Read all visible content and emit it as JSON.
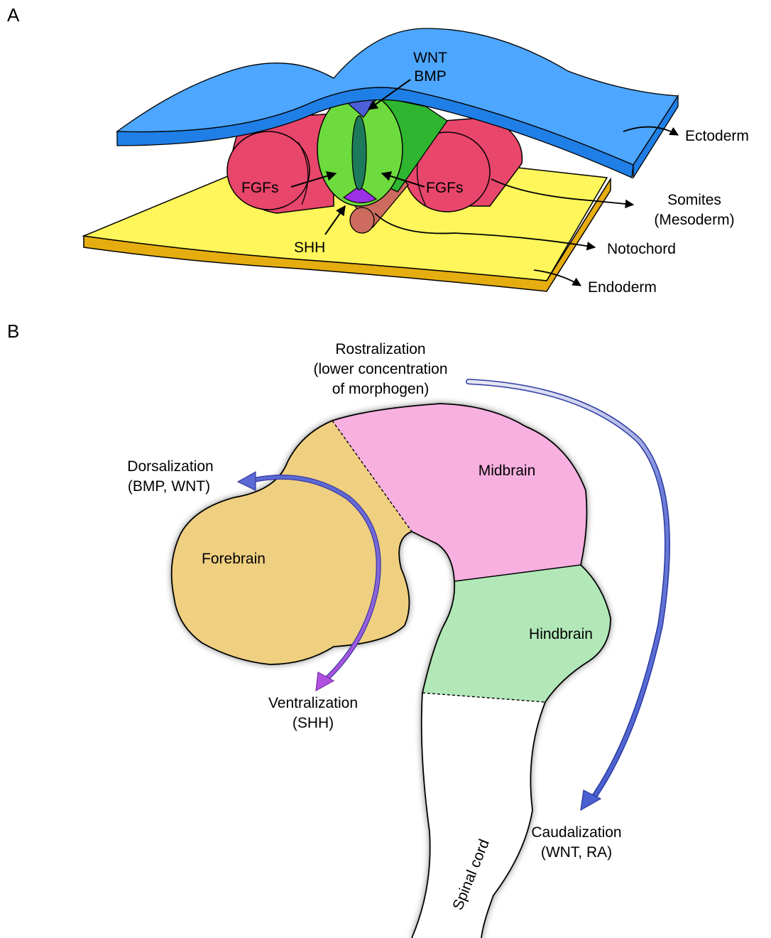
{
  "panel_a": {
    "letter": "A",
    "labels": {
      "wnt": "WNT",
      "bmp": "BMP",
      "fgfs_left": "FGFs",
      "fgfs_right": "FGFs",
      "shh": "SHH",
      "ectoderm": "Ectoderm",
      "somites_line1": "Somites",
      "somites_line2": "(Mesoderm)",
      "notochord": "Notochord",
      "endoderm": "Endoderm"
    }
  },
  "panel_b": {
    "letter": "B",
    "labels": {
      "rostral_line1": "Rostralization",
      "rostral_line2": "(lower concentration",
      "rostral_line3": "of morphogen)",
      "dorsal_line1": "Dorsalization",
      "dorsal_line2": "(BMP, WNT)",
      "forebrain": "Forebrain",
      "midbrain": "Midbrain",
      "hindbrain": "Hindbrain",
      "ventral_line1": "Ventralization",
      "ventral_line2": "(SHH)",
      "caudal_line1": "Caudalization",
      "caudal_line2": "(WNT, RA)",
      "spinal_cord": "Spinal cord"
    }
  },
  "colors": {
    "ectoderm": "#4da6ff",
    "ectoderm_edge": "#1f7fe6",
    "endoderm_top": "#fef65a",
    "endoderm_edge": "#e6ad10",
    "somite": "#e8466b",
    "neural_tube": "#6ddb3d",
    "neural_dark": "#2fb52f",
    "lumen": "#1d7a5a",
    "roof_plate": "#4b5fd6",
    "floor_plate": "#9b30e6",
    "notochord": "#cc6b5e",
    "forebrain": "#efcf80",
    "midbrain": "#f7b0e0",
    "hindbrain": "#b2e8b8",
    "arrow_blue": "#4a5fd0",
    "arrow_purple": "#b050e0"
  }
}
